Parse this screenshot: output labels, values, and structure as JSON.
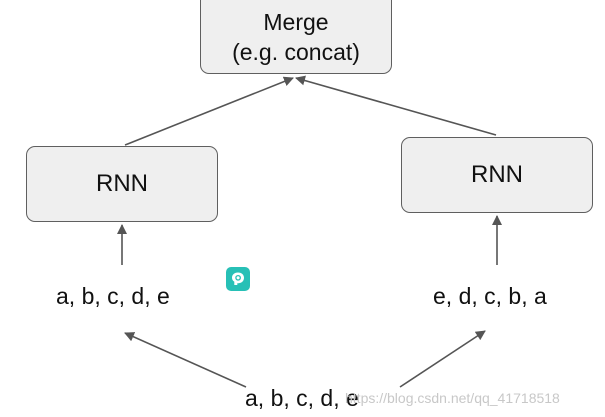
{
  "merge": {
    "title": "Merge",
    "subtitle": "(e.g. concat)"
  },
  "rnn_left": {
    "label": "RNN"
  },
  "rnn_right": {
    "label": "RNN"
  },
  "sequences": {
    "left": "a, b, c, d, e",
    "right": "e, d, c, b, a",
    "bottom": "a, b, c, d, e"
  },
  "watermark": "https://blog.csdn.net/qq_41718518",
  "icons": {
    "badge": "brain-icon"
  },
  "colors": {
    "node_fill": "#efefef",
    "node_border": "#5f5f5f",
    "arrow": "#555555",
    "badge": "#27c0b6"
  }
}
